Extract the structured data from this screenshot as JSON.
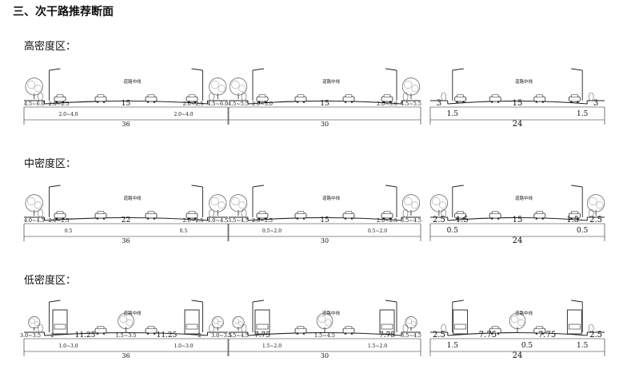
{
  "title": "三、次干路推荐断面",
  "sections": [
    {
      "label": "高密度区：",
      "panels": [
        {
          "center_label": "道路中线",
          "segments": [
            "4.5~6.0",
            "2.0~2.5",
            "15",
            "2.0~2.5",
            "4.5~6.0"
          ],
          "sub_labels": [
            "2.0~4.0",
            "2.0~4.0"
          ],
          "total": "36"
        },
        {
          "center_label": "道路中线",
          "segments": [
            "4.5~5.5",
            "2.0~3.0",
            "15",
            "2.0~3.0",
            "4.5~5.5"
          ],
          "sub_labels": [],
          "total": "30"
        },
        {
          "center_label": "道路中线",
          "segments": [
            "3",
            "15",
            "3"
          ],
          "sub_labels": [
            "1.5",
            "1.5"
          ],
          "total": "24"
        }
      ]
    },
    {
      "label": "中密度区：",
      "panels": [
        {
          "center_label": "道路中线",
          "segments": [
            "4.0~4.5",
            "2.0~2.5",
            "22",
            "2.0~2.5",
            "4.0~4.5"
          ],
          "sub_labels": [
            "0.5",
            "0.5"
          ],
          "total": "36"
        },
        {
          "center_label": "道路中线",
          "segments": [
            "3.5~4.5",
            "2.0~2.5",
            "15",
            "2.0~2.5",
            "3.5~4.5"
          ],
          "sub_labels": [
            "0.5~2.0",
            "0.5~2.0"
          ],
          "total": "30"
        },
        {
          "center_label": "道路中线",
          "segments": [
            "2.5",
            "1.5",
            "15",
            "1.5",
            "2.5"
          ],
          "sub_labels": [
            "0.5",
            "0.5"
          ],
          "total": "24"
        }
      ]
    },
    {
      "label": "低密度区：",
      "panels": [
        {
          "center_label": "道路中线",
          "segments": [
            "3.0~3.5",
            "2",
            "11.25",
            "1.5~3.5",
            "11.25",
            "2",
            "3.0~3.5"
          ],
          "sub_labels": [
            "1.0~3.0",
            "1.0~3.0"
          ],
          "total": "36"
        },
        {
          "center_label": "道路中线",
          "segments": [
            "3.5~4.5",
            "7.75",
            "1.5~4.5",
            "7.75",
            "3.5~4.5"
          ],
          "sub_labels": [
            "1.5~2.0",
            "1.5~2.0"
          ],
          "total": "30"
        },
        {
          "center_label": "道路中线",
          "segments": [
            "2.5",
            "7.75",
            "7.75",
            "2.5"
          ],
          "sub_labels": [
            "1.5",
            "0.5",
            "1.5"
          ],
          "total": "24"
        }
      ]
    }
  ]
}
